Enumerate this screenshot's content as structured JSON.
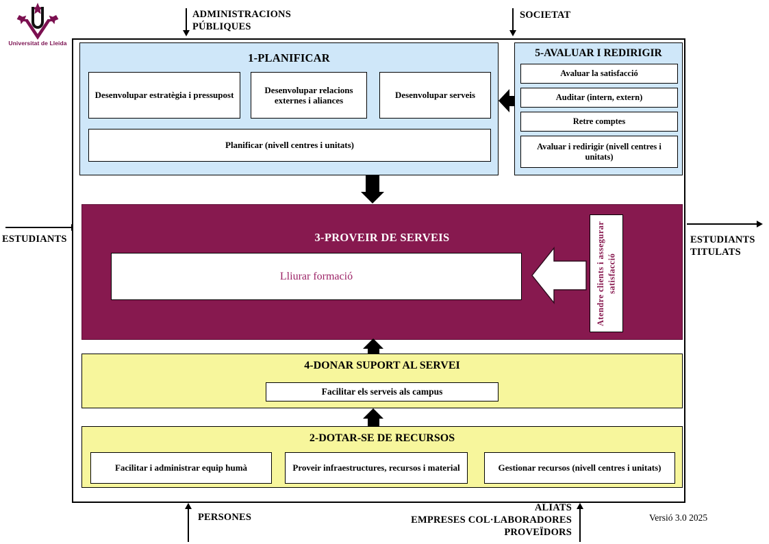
{
  "logo": {
    "name": "udl-logo",
    "caption": "Universitat de Lleida",
    "color": "#7b1050"
  },
  "colors": {
    "plan_bg": "#cfe7f9",
    "eval_bg": "#cfe7f9",
    "provide_bg": "#87194f",
    "support_bg": "#f7f69c",
    "resources_bg": "#f7f69c",
    "brand": "#87194f",
    "accent_text": "#9c2366"
  },
  "external_inputs": {
    "top_left": "ADMINISTRACIONS\nPÚBLIQUES",
    "top_left_line1": "ADMINISTRACIONS",
    "top_left_line2": "PÚBLIQUES",
    "top_right": "SOCIETAT",
    "left": "ESTUDIANTS",
    "right_line1": "ESTUDIANTS",
    "right_line2": "TITULATS",
    "bottom_left": "PERSONES",
    "bottom_mid_line1": "ALIATS",
    "bottom_mid_line2": "EMPRESES COL·LABORADORES",
    "bottom_mid_line3": "PROVEÏDORS"
  },
  "processes": {
    "plan": {
      "title": "1-PLANIFICAR",
      "cells": [
        "Desenvolupar estratègia i pressupost",
        "Desenvolupar relacions externes i aliances",
        "Desenvolupar serveis",
        "Planificar (nivell centres i unitats)"
      ]
    },
    "evaluate": {
      "title": "5-AVALUAR I REDIRIGIR",
      "cells": [
        "Avaluar la satisfacció",
        "Auditar (intern, extern)",
        "Retre comptes",
        "Avaluar i redirigir (nivell centres i unitats)"
      ]
    },
    "provide": {
      "title": "3-PROVEIR DE SERVEIS",
      "main_cell": "Lliurar formació",
      "side_cell": "Atendre clients i assegurar satisfacció"
    },
    "support": {
      "title": "4-DONAR SUPORT AL SERVEI",
      "cells": [
        "Facilitar els serveis als campus"
      ]
    },
    "resources": {
      "title": "2-DOTAR-SE DE RECURSOS",
      "cells": [
        "Facilitar i administrar equip humà",
        "Proveir infraestructures, recursos i material",
        "Gestionar recursos (nivell centres i unitats)"
      ]
    }
  },
  "footer": {
    "version": "Versió 3.0  2025"
  }
}
